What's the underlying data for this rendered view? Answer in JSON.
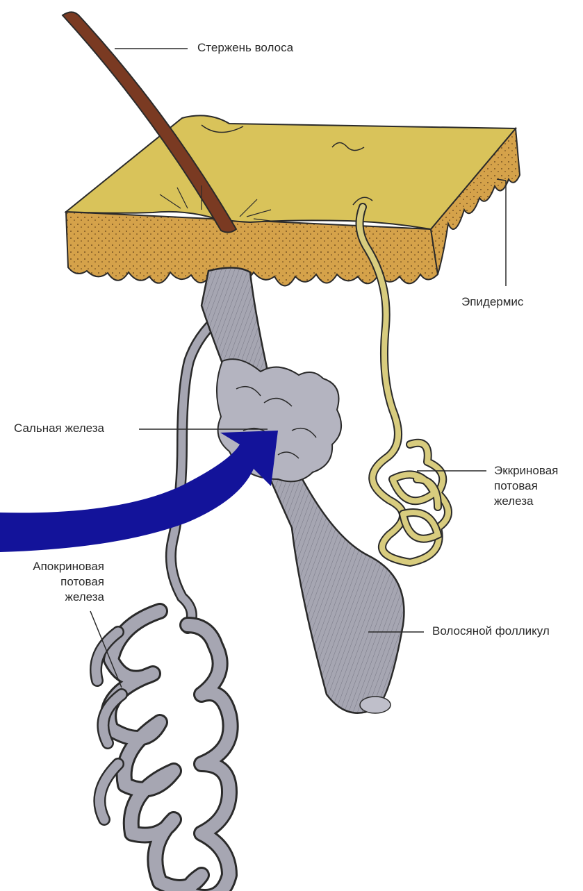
{
  "diagram": {
    "labels": {
      "hair_shaft": "Стержень волоса",
      "epidermis": "Эпидермис",
      "sebaceous_gland": "Сальная железа",
      "eccrine_gland": [
        "Эккриновая",
        "потовая",
        "железа"
      ],
      "apocrine_gland": [
        "Апокриновая",
        "потовая",
        "железа"
      ],
      "hair_follicle": "Волосяной фолликул"
    },
    "colors": {
      "skin_surface": "#d9c35a",
      "epidermis_layer": "#d5a24a",
      "hair_shaft": "#7a3a22",
      "follicle_gray": "#a6a6b2",
      "eccrine_yellow": "#d8cc7e",
      "arrow_blue": "#13139a",
      "outline": "#2a2a2a"
    },
    "arrow": {
      "color": "#13139a",
      "points_to": "sebaceous_gland"
    }
  }
}
